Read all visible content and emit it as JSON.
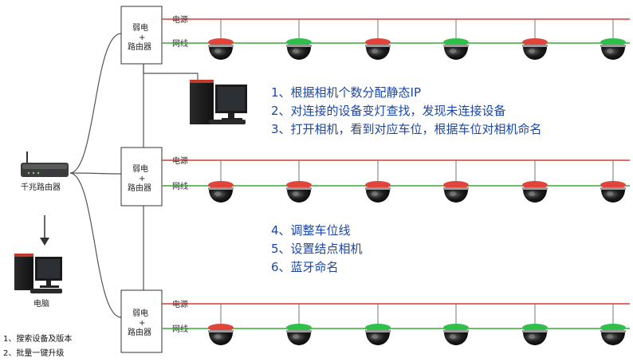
{
  "main_router": {
    "label": "千兆路由器"
  },
  "computer": {
    "label": "电脑"
  },
  "computer_tasks": [
    "1、搜索设备及版本",
    "2、批量一键升级"
  ],
  "groups": [
    {
      "router_label": [
        "弱电",
        "+",
        "路由器"
      ],
      "power_label": "电源",
      "network_label": "网线",
      "camera_leds": [
        "red",
        "green",
        "red",
        "green",
        "red",
        "green"
      ]
    },
    {
      "router_label": [
        "弱电",
        "+",
        "路由器"
      ],
      "power_label": "电源",
      "network_label": "网线",
      "camera_leds": [
        "red",
        "red",
        "red",
        "red",
        "red",
        "red"
      ]
    },
    {
      "router_label": [
        "弱电",
        "+",
        "路由器"
      ],
      "power_label": "电源",
      "network_label": "网线",
      "camera_leds": [
        "red",
        "green",
        "green",
        "green",
        "green",
        "green"
      ]
    }
  ],
  "instructions_top": [
    "1、根据相机个数分配静态IP",
    "2、对连接的设备变灯查找，发现未连接设备",
    "3、打开相机，看到对应车位，根据车位对相机命名"
  ],
  "instructions_middle": [
    "4、调整车位线",
    "5、设置结点相机",
    "6、蓝牙命名"
  ],
  "colors": {
    "power_line": "#d63b3b",
    "network_line": "#3aa83a",
    "led_red": "#e0453c",
    "led_green": "#2fbf4a",
    "instruction_text": "#1a47a8",
    "wire": "#555555"
  }
}
